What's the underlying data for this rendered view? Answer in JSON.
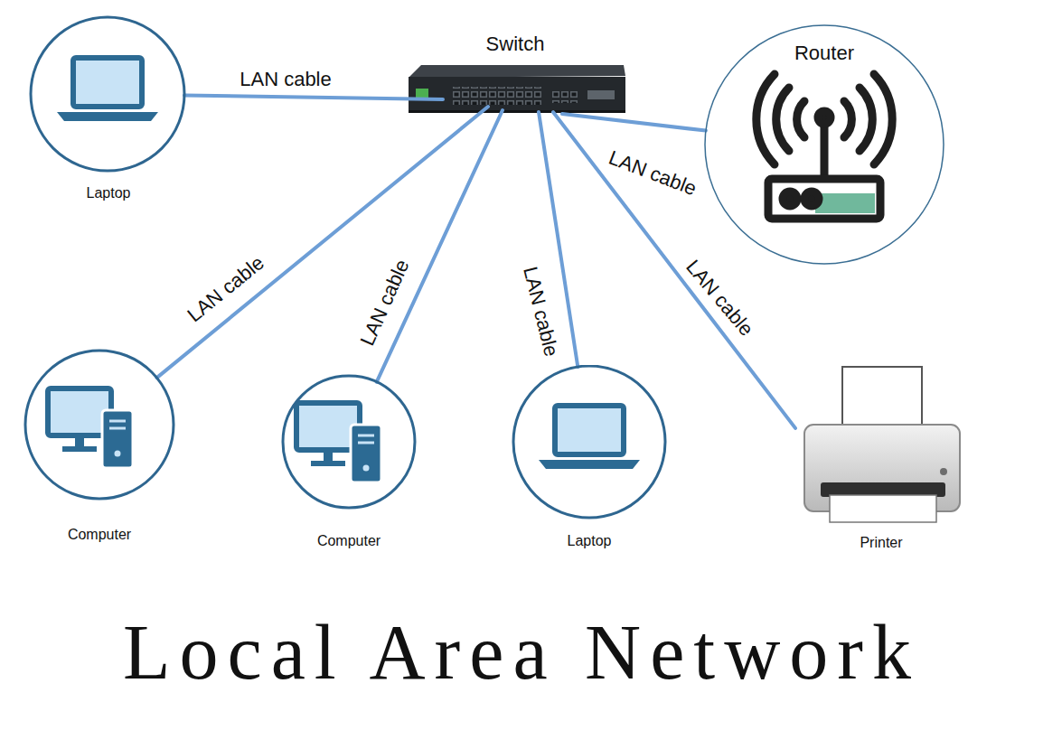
{
  "diagram": {
    "title": "Local Area Network",
    "nodes": [
      {
        "text": [
          "Laptop"
        ]
      },
      {
        "text": [
          "Switch"
        ]
      },
      {
        "text": [
          "Router"
        ]
      },
      {
        "text": [
          "Computer"
        ]
      },
      {
        "text": [
          "Computer"
        ]
      },
      {
        "text": [
          "Laptop"
        ]
      },
      {
        "text": [
          "Printer"
        ]
      }
    ],
    "edges": [
      {
        "from": 1,
        "to": 0,
        "arrow": "none",
        "label": "LAN cable"
      },
      {
        "from": 1,
        "to": 2,
        "arrow": "none",
        "label": "LAN cable"
      },
      {
        "from": 1,
        "to": 3,
        "arrow": "none",
        "label": "LAN cable"
      },
      {
        "from": 1,
        "to": 4,
        "arrow": "none",
        "label": "LAN cable"
      },
      {
        "from": 1,
        "to": 5,
        "arrow": "none",
        "label": "LAN cable"
      },
      {
        "from": 1,
        "to": 6,
        "arrow": "none",
        "label": "LAN cable"
      }
    ]
  }
}
